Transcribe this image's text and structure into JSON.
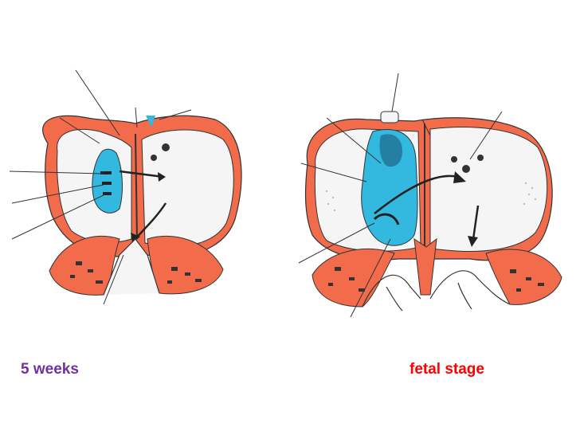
{
  "captions": {
    "left": "5 weeks",
    "right": "fetal stage"
  },
  "colors": {
    "left_caption": "#7030a0",
    "right_caption": "#ff0000",
    "wall": "#f26b4a",
    "septum_highlight": "#33b8e0",
    "outline": "#333333",
    "chamber_fill": "#f5f5f5"
  },
  "figures": {
    "left": {
      "stage": "5 weeks"
    },
    "right": {
      "stage": "fetal stage"
    }
  }
}
